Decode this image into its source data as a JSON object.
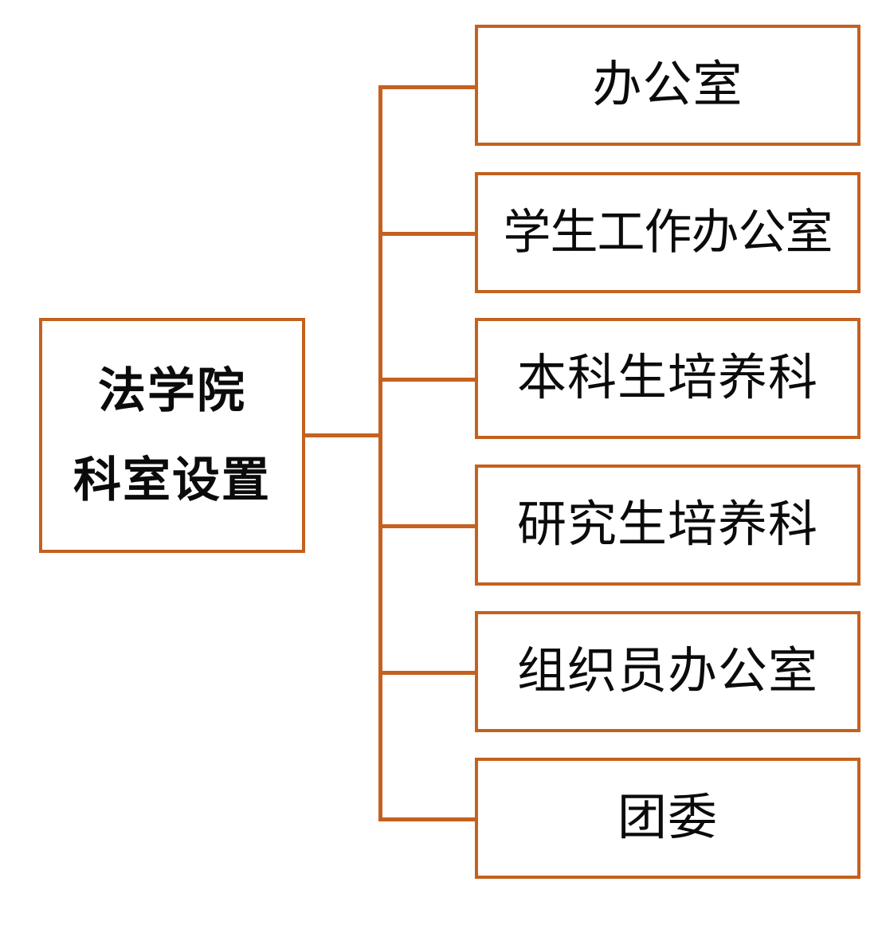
{
  "diagram": {
    "type": "organization-chart",
    "orientation": "horizontal-right",
    "title": "法学院科室设置",
    "colors": {
      "border": "#c4611f",
      "connector": "#c4611f",
      "text": "#0b0b0b",
      "background": "#ffffff"
    },
    "root": {
      "label": "法学院科室设置",
      "line1": "法学院",
      "line2": "科室设置",
      "bold": true
    },
    "children": [
      {
        "label": "办公室"
      },
      {
        "label": "学生工作办公室"
      },
      {
        "label": "本科生培养科"
      },
      {
        "label": "研究生培养科"
      },
      {
        "label": "组织员办公室"
      },
      {
        "label": "团委"
      }
    ]
  }
}
